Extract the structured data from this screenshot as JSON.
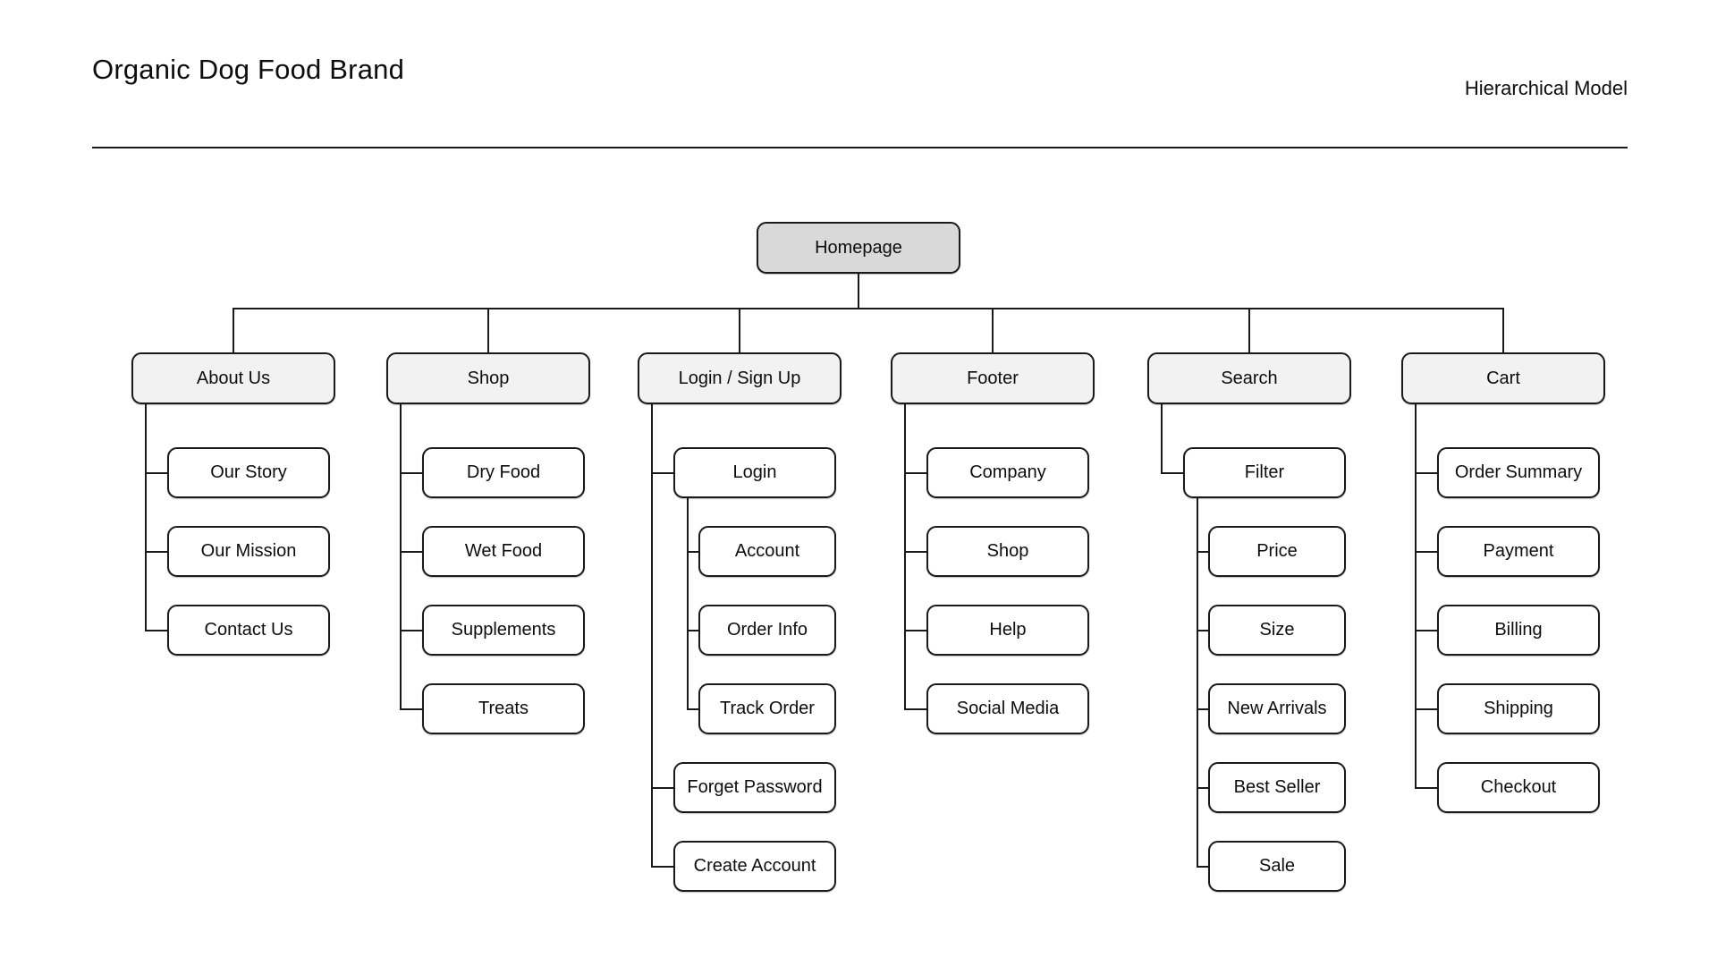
{
  "header": {
    "title": "Organic Dog Food Brand",
    "model_label": "Hierarchical Model"
  },
  "diagram": {
    "type": "sitemap-tree",
    "root": {
      "label": "Homepage"
    },
    "sections": [
      {
        "label": "About Us",
        "children": [
          {
            "label": "Our Story"
          },
          {
            "label": "Our Mission"
          },
          {
            "label": "Contact Us"
          }
        ]
      },
      {
        "label": "Shop",
        "children": [
          {
            "label": "Dry Food"
          },
          {
            "label": "Wet Food"
          },
          {
            "label": "Supplements"
          },
          {
            "label": "Treats"
          }
        ]
      },
      {
        "label": "Login / Sign Up",
        "children": [
          {
            "label": "Login",
            "children": [
              {
                "label": "Account"
              },
              {
                "label": "Order Info"
              },
              {
                "label": "Track Order"
              }
            ]
          },
          {
            "label": "Forget Password"
          },
          {
            "label": "Create Account"
          }
        ]
      },
      {
        "label": "Footer",
        "children": [
          {
            "label": "Company"
          },
          {
            "label": "Shop"
          },
          {
            "label": "Help"
          },
          {
            "label": "Social Media"
          }
        ]
      },
      {
        "label": "Search",
        "children": [
          {
            "label": "Filter",
            "children": [
              {
                "label": "Price"
              },
              {
                "label": "Size"
              },
              {
                "label": "New Arrivals"
              },
              {
                "label": "Best Seller"
              },
              {
                "label": "Sale"
              }
            ]
          }
        ]
      },
      {
        "label": "Cart",
        "children": [
          {
            "label": "Order Summary"
          },
          {
            "label": "Payment"
          },
          {
            "label": "Billing"
          },
          {
            "label": "Shipping"
          },
          {
            "label": "Checkout"
          }
        ]
      }
    ]
  },
  "colors": {
    "background": "#ffffff",
    "root_fill": "#d9d9d9",
    "section_fill": "#f2f2f2",
    "child_fill": "#ffffff",
    "node_border": "#1a1a1a",
    "connector": "#1a1a1a",
    "text": "#0d0d0d"
  }
}
